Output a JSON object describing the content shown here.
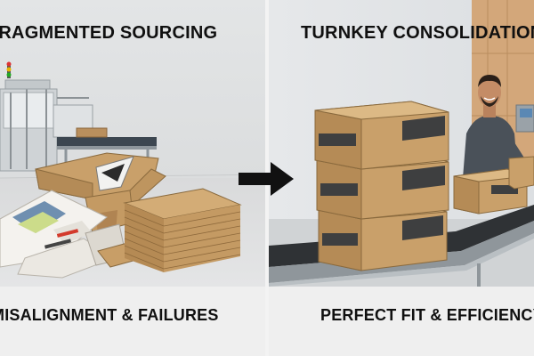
{
  "panels": {
    "left": {
      "heading": "FRAGMENTED SOURCING",
      "caption": "MISALIGNMENT & FAILURES"
    },
    "right": {
      "heading": "TURNKEY CONSOLIDATION",
      "caption": "PERFECT FIT & EFFICIENCY"
    }
  },
  "icons": {
    "transition": "arrow-right-icon"
  },
  "colors": {
    "cardboard": "#c69f6d",
    "caption_band": "#efefef",
    "text": "#101010"
  }
}
